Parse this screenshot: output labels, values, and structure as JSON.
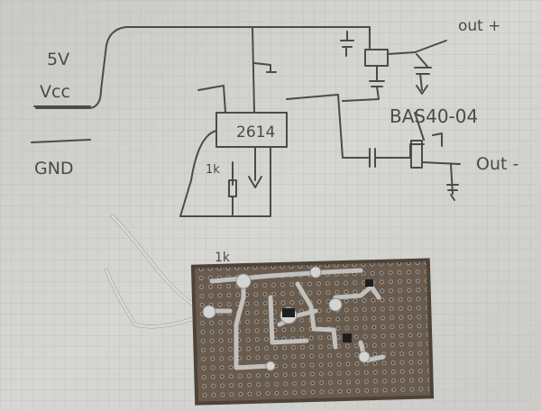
{
  "photo": {
    "paper_color": "#d3d3cf",
    "grid_color": "#b9b9b6",
    "ink_color": "#4b4b4b",
    "board_color": "#6f5f4f",
    "solder_color": "#c9c9c9"
  },
  "labels": {
    "v5": "5V",
    "vcc": "Vcc",
    "gnd": "GND",
    "chip": "2614",
    "part": "BAS40-04",
    "out_plus": "out +",
    "out_minus": "Out -",
    "r_left": "1k",
    "r_bottom": "1k"
  }
}
